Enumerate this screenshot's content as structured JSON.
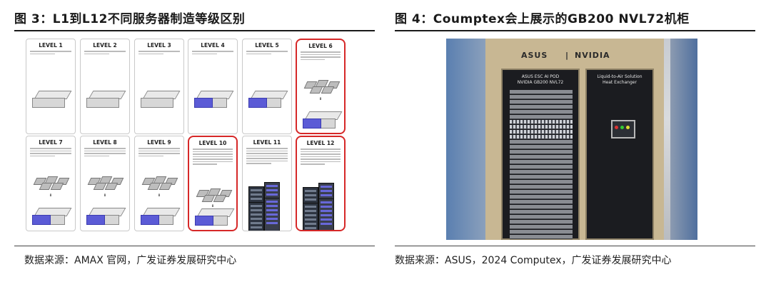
{
  "left_figure": {
    "title": "图 3：L1到L12不同服务器制造等级区别",
    "source": "数据来源：AMAX 官网，广发证券发展研究中心",
    "levels": [
      {
        "label": "LEVEL 1",
        "highlighted": false
      },
      {
        "label": "LEVEL 2",
        "highlighted": false
      },
      {
        "label": "LEVEL 3",
        "highlighted": false
      },
      {
        "label": "LEVEL 4",
        "highlighted": false
      },
      {
        "label": "LEVEL 5",
        "highlighted": false
      },
      {
        "label": "LEVEL 6",
        "highlighted": true
      },
      {
        "label": "LEVEL 7",
        "highlighted": false
      },
      {
        "label": "LEVEL 8",
        "highlighted": false
      },
      {
        "label": "LEVEL 9",
        "highlighted": false
      },
      {
        "label": "LEVEL 10",
        "highlighted": true
      },
      {
        "label": "LEVEL 11",
        "highlighted": false
      },
      {
        "label": "LEVEL 12",
        "highlighted": true
      }
    ],
    "highlight_color": "#d62828",
    "accent_color": "#5b5bd6"
  },
  "right_figure": {
    "title": "图 4：Coumptex会上展示的GB200 NVL72机柜",
    "source": "数据来源：ASUS，2024 Computex，广发证券发展研究中心",
    "photo": {
      "logo_left": "ASUS",
      "logo_separator": "|",
      "logo_right": "NVIDIA",
      "left_door_label_1": "ASUS ESC AI POD",
      "left_door_label_2": "NVIDIA GB200 NVL72",
      "right_door_label_1": "Liquid-to-Air Solution",
      "right_door_label_2": "Heat Exchanger"
    }
  }
}
